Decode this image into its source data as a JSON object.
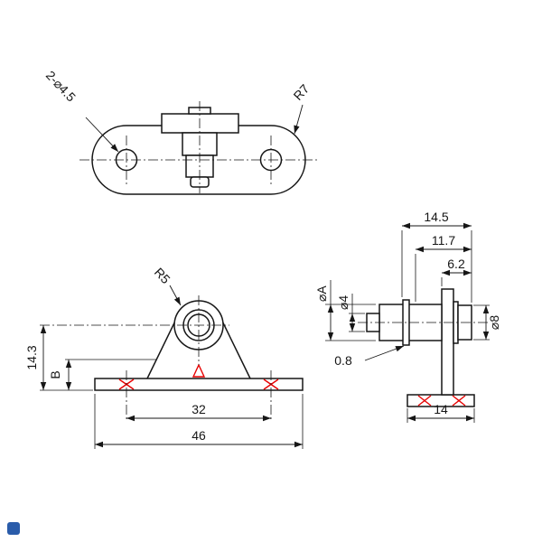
{
  "drawing": {
    "top_view": {
      "hole_callout": "2-⌀4.5",
      "end_radius": "R7"
    },
    "front_view": {
      "boss_radius": "R5",
      "center_height": "14.3",
      "dim_b": "B",
      "hole_spacing": "32",
      "overall_width": "46"
    },
    "side_view": {
      "len_total": "14.5",
      "len_mid": "11.7",
      "len_head": "6.2",
      "dia_a": "⌀A",
      "dia_tip": "⌀4",
      "dia_head": "⌀8",
      "clip_thickness": "0.8",
      "base_depth": "14"
    }
  },
  "colors": {
    "line": "#161616",
    "accent_red": "#e60000",
    "logo_blue": "#2a5caa",
    "background": "#ffffff"
  }
}
